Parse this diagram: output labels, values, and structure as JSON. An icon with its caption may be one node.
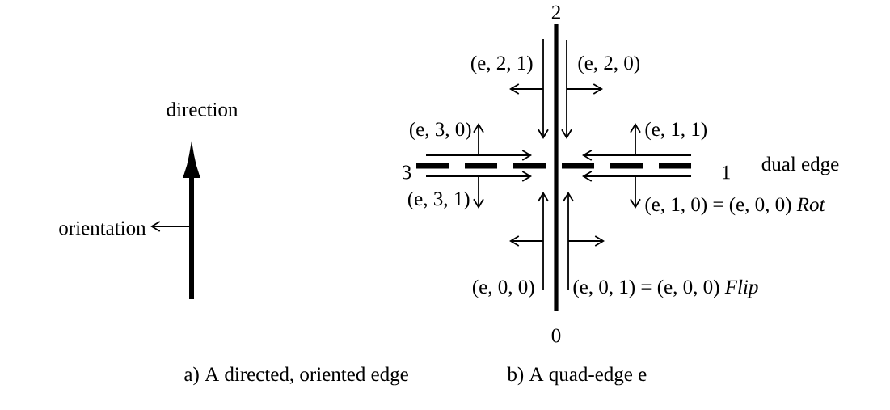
{
  "diagram": {
    "labels": [
      "2",
      "(e, 2, 1)",
      "(e, 2, 0)",
      "direction",
      "(e, 3, 0)",
      "(e, 1, 1)",
      "3",
      "1",
      "dual edge",
      "orientation",
      "(e, 3, 1)",
      "(e, 1, 0) = (e, 0, 0) *Rot*",
      "(e, 0, 0)",
      "(e, 0, 1) = (e, 0, 0) *Flip*",
      "0",
      "a) A directed, oriented edge",
      "b) A quad-edge e"
    ]
  }
}
